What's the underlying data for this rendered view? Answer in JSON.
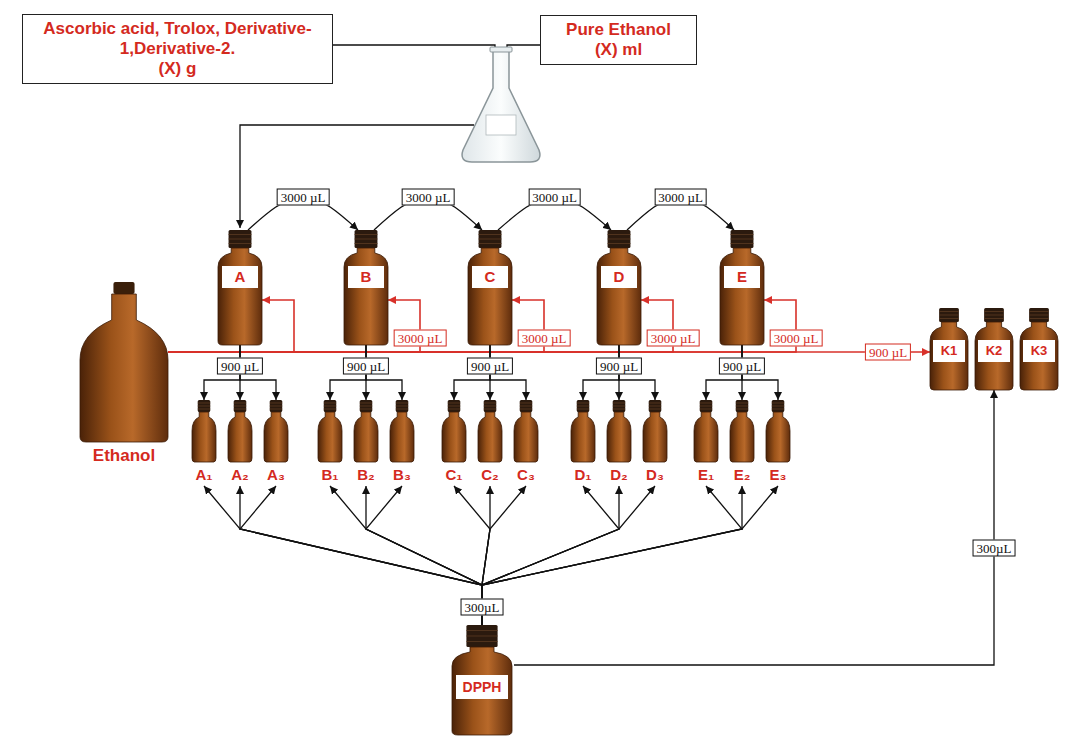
{
  "diagram": {
    "nodes": [
      {
        "text": [
          "Ascorbic acid, Trolox, Derivative-1,Derivative-2.",
          "(X) g"
        ]
      },
      {
        "text": [
          "Pure Ethanol",
          "(X) ml"
        ]
      },
      {
        "text": [
          "A"
        ]
      },
      {
        "text": [
          "B"
        ]
      },
      {
        "text": [
          "C"
        ]
      },
      {
        "text": [
          "D"
        ]
      },
      {
        "text": [
          "E"
        ]
      },
      {
        "text": [
          "Ethanol"
        ]
      },
      {
        "text": [
          "A₁"
        ]
      },
      {
        "text": [
          "A₂"
        ]
      },
      {
        "text": [
          "A₃"
        ]
      },
      {
        "text": [
          "B₁"
        ]
      },
      {
        "text": [
          "B₂"
        ]
      },
      {
        "text": [
          "B₃"
        ]
      },
      {
        "text": [
          "C₁"
        ]
      },
      {
        "text": [
          "C₂"
        ]
      },
      {
        "text": [
          "C₃"
        ]
      },
      {
        "text": [
          "D₁"
        ]
      },
      {
        "text": [
          "D₂"
        ]
      },
      {
        "text": [
          "D₃"
        ]
      },
      {
        "text": [
          "E₁"
        ]
      },
      {
        "text": [
          "E₂"
        ]
      },
      {
        "text": [
          "E₃"
        ]
      },
      {
        "text": [
          "K1"
        ]
      },
      {
        "text": [
          "K2"
        ]
      },
      {
        "text": [
          "K3"
        ]
      },
      {
        "text": [
          "DPPH"
        ]
      }
    ],
    "edges": [
      {
        "from": 7,
        "to": 2,
        "arrow": "to"
      },
      {
        "from": 7,
        "to": 3,
        "arrow": "to",
        "label": "3000 µL"
      },
      {
        "from": 7,
        "to": 4,
        "arrow": "to",
        "label": "3000 µL"
      },
      {
        "from": 7,
        "to": 5,
        "arrow": "to",
        "label": "3000 µL"
      },
      {
        "from": 7,
        "to": 6,
        "arrow": "to",
        "label": "3000 µL"
      },
      {
        "from": 7,
        "to": 23,
        "arrow": "to",
        "label": "900 µL"
      },
      {
        "from": 2,
        "to": 3,
        "arrow": "to",
        "label": "3000 µL"
      },
      {
        "from": 3,
        "to": 4,
        "arrow": "to",
        "label": "3000 µL"
      },
      {
        "from": 4,
        "to": 5,
        "arrow": "to",
        "label": "3000 µL"
      },
      {
        "from": 5,
        "to": 6,
        "arrow": "to",
        "label": "3000 µL"
      },
      {
        "from": 2,
        "to": 8,
        "arrow": "to"
      },
      {
        "from": 2,
        "to": 9,
        "arrow": "to",
        "label": "900 µL"
      },
      {
        "from": 2,
        "to": 10,
        "arrow": "to"
      },
      {
        "from": 3,
        "to": 11,
        "arrow": "to"
      },
      {
        "from": 3,
        "to": 12,
        "arrow": "to",
        "label": "900 µL"
      },
      {
        "from": 3,
        "to": 13,
        "arrow": "to"
      },
      {
        "from": 4,
        "to": 14,
        "arrow": "to"
      },
      {
        "from": 4,
        "to": 15,
        "arrow": "to",
        "label": "900 µL"
      },
      {
        "from": 4,
        "to": 16,
        "arrow": "to"
      },
      {
        "from": 5,
        "to": 17,
        "arrow": "to"
      },
      {
        "from": 5,
        "to": 18,
        "arrow": "to",
        "label": "900 µL"
      },
      {
        "from": 5,
        "to": 19,
        "arrow": "to"
      },
      {
        "from": 6,
        "to": 20,
        "arrow": "to"
      },
      {
        "from": 6,
        "to": 21,
        "arrow": "to",
        "label": "900 µL"
      },
      {
        "from": 6,
        "to": 22,
        "arrow": "to"
      },
      {
        "from": 26,
        "to": 8,
        "arrow": "to"
      },
      {
        "from": 26,
        "to": 9,
        "arrow": "to"
      },
      {
        "from": 26,
        "to": 10,
        "arrow": "to"
      },
      {
        "from": 26,
        "to": 11,
        "arrow": "to"
      },
      {
        "from": 26,
        "to": 12,
        "arrow": "to"
      },
      {
        "from": 26,
        "to": 13,
        "arrow": "to"
      },
      {
        "from": 26,
        "to": 14,
        "arrow": "to"
      },
      {
        "from": 26,
        "to": 15,
        "arrow": "to",
        "label": "300µL"
      },
      {
        "from": 26,
        "to": 16,
        "arrow": "to"
      },
      {
        "from": 26,
        "to": 17,
        "arrow": "to"
      },
      {
        "from": 26,
        "to": 18,
        "arrow": "to"
      },
      {
        "from": 26,
        "to": 19,
        "arrow": "to"
      },
      {
        "from": 26,
        "to": 20,
        "arrow": "to"
      },
      {
        "from": 26,
        "to": 21,
        "arrow": "to"
      },
      {
        "from": 26,
        "to": 22,
        "arrow": "to"
      },
      {
        "from": 26,
        "to": 24,
        "arrow": "to",
        "label": "300µL"
      }
    ]
  }
}
